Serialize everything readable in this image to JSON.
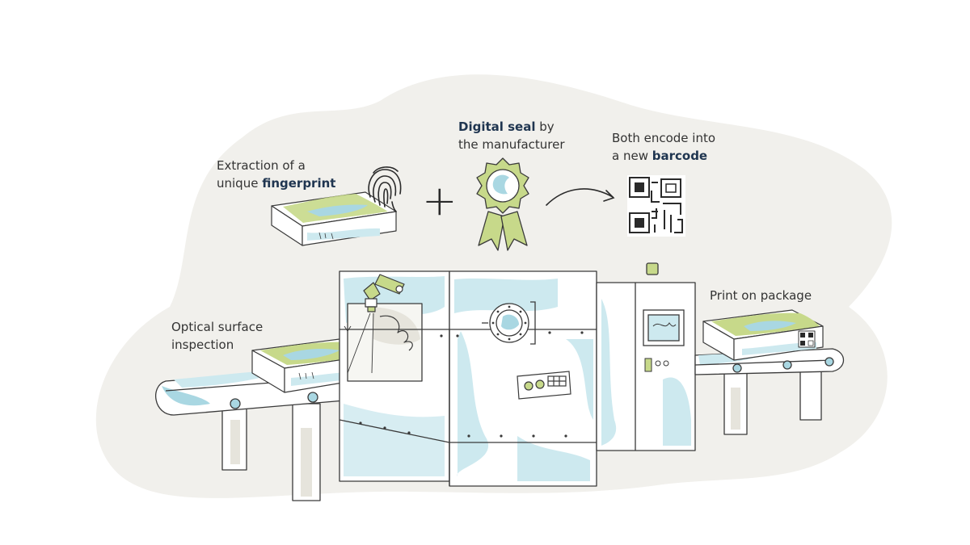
{
  "labels": {
    "fingerprint_line1": "Extraction of a",
    "fingerprint_line2_prefix": "unique ",
    "fingerprint_line2_bold": "fingerprint",
    "seal_line1_bold": "Digital seal",
    "seal_line1_suffix": " by",
    "seal_line2": "the manufacturer",
    "barcode_line1": "Both encode into",
    "barcode_line2_prefix": "a new ",
    "barcode_line2_bold": "barcode",
    "optical_line1": "Optical surface",
    "optical_line2": "inspection",
    "print": "Print on package",
    "plus_symbol": "+"
  },
  "icons": [
    "fingerprint-icon",
    "seal-rosette-icon",
    "arrow-icon",
    "qr-code-icon",
    "camera-icon",
    "porthole-icon",
    "monitor-icon"
  ],
  "colors": {
    "background_blob": "#f1f0ec",
    "accent_blue": "#cde9ef",
    "accent_blue_dark": "#a9d7e2",
    "accent_green": "#c7d98a",
    "line": "#3a3a3a",
    "label_bold": "#1f3550"
  }
}
